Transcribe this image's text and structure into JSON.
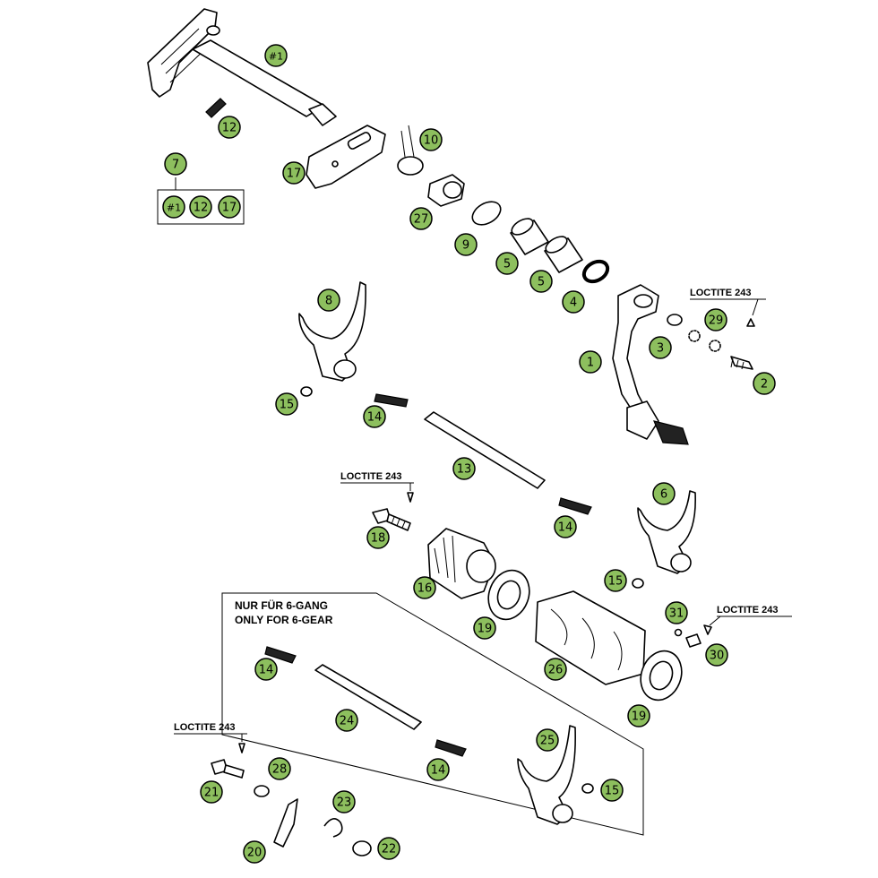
{
  "diagram": {
    "callout_color": "#8dbf5e",
    "callout_labels": [
      "#1",
      "12",
      "17",
      "7",
      "#1",
      "12",
      "17",
      "10",
      "27",
      "9",
      "5",
      "5",
      "4",
      "8",
      "15",
      "14",
      "13",
      "1",
      "3",
      "29",
      "2",
      "6",
      "14",
      "15",
      "18",
      "16",
      "19",
      "26",
      "19",
      "31",
      "30",
      "14",
      "24",
      "14",
      "25",
      "15",
      "21",
      "28",
      "23",
      "20",
      "22"
    ],
    "kit_box_label": "7",
    "kit_box_items": [
      "#1",
      "12",
      "17"
    ],
    "notes": {
      "gear_note_line1": "NUR FÜR 6-GANG",
      "gear_note_line2": "ONLY FOR 6-GEAR"
    },
    "loctite": [
      "LOCTITE 243",
      "LOCTITE 243",
      "LOCTITE 243",
      "LOCTITE 243"
    ]
  }
}
